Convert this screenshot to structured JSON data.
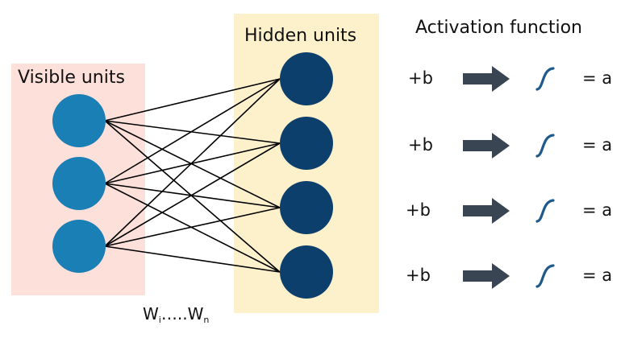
{
  "visible_layer": {
    "title": "Visible units",
    "unit_count": 3,
    "panel_color": "#fde0da",
    "unit_color": "#1a7fb5"
  },
  "hidden_layer": {
    "title": "Hidden units",
    "unit_count": 4,
    "panel_color": "#fdf1cc",
    "unit_color": "#0d3f6d"
  },
  "weights": {
    "prefix": "W",
    "first_sub": "i",
    "dots": "…..",
    "last_sub": "n"
  },
  "activation": {
    "title": "Activation function",
    "rows": [
      {
        "bias": "+b",
        "arrow_icon": "right-arrow-icon",
        "function_icon": "sigmoid-curve-icon",
        "result": "= a"
      },
      {
        "bias": "+b",
        "arrow_icon": "right-arrow-icon",
        "function_icon": "sigmoid-curve-icon",
        "result": "= a"
      },
      {
        "bias": "+b",
        "arrow_icon": "right-arrow-icon",
        "function_icon": "sigmoid-curve-icon",
        "result": "= a"
      },
      {
        "bias": "+b",
        "arrow_icon": "right-arrow-icon",
        "function_icon": "sigmoid-curve-icon",
        "result": "= a"
      }
    ],
    "arrow_color": "#3a4553",
    "curve_color": "#1f5a8c"
  },
  "connection_color": "#000000"
}
